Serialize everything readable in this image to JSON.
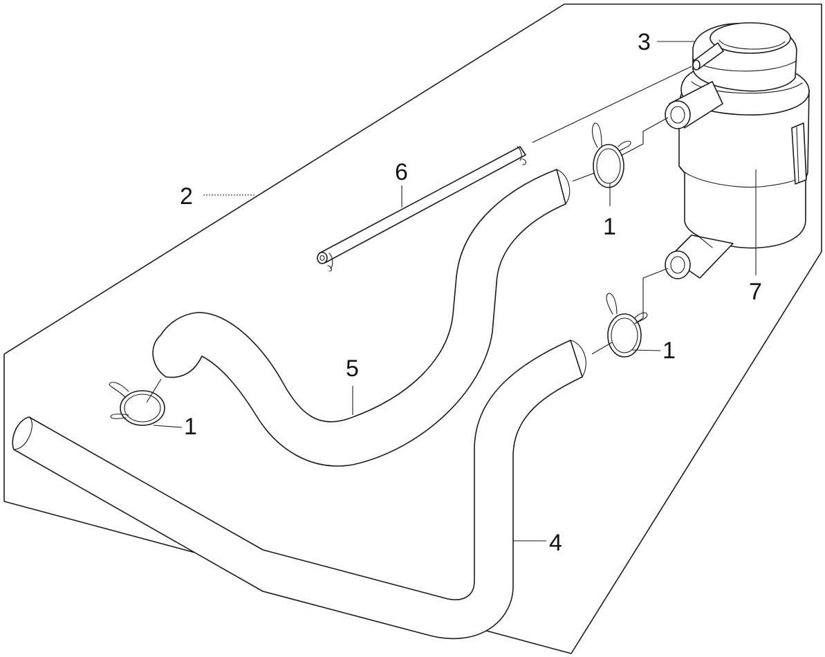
{
  "callouts": {
    "c1a": "1",
    "c1b": "1",
    "c1c": "1",
    "c2": "2",
    "c3": "3",
    "c4": "4",
    "c5": "5",
    "c6": "6",
    "c7": "7"
  },
  "colors": {
    "line": "#1a1a1a",
    "background": "#ffffff"
  }
}
